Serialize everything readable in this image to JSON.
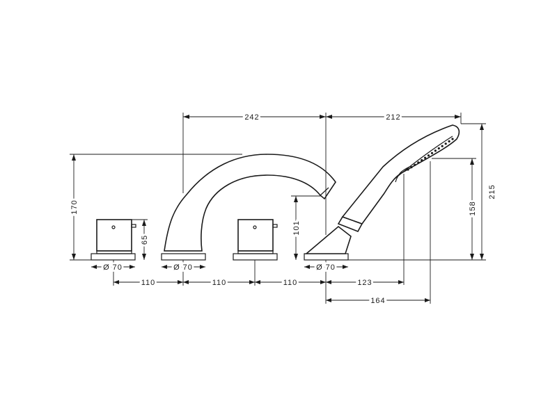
{
  "dimensions": {
    "spout_reach": "242",
    "shower_reach": "212",
    "total_height": "170",
    "handle_height": "65",
    "spout_outlet_height": "101",
    "shower_head_height": "158",
    "shower_top_height": "215",
    "dia_1": "Ø 70",
    "dia_2": "Ø 70",
    "dia_3": "Ø 70",
    "spacing_1": "110",
    "spacing_2": "110",
    "spacing_3": "110",
    "shower_offset_1": "123",
    "shower_offset_2": "164"
  }
}
